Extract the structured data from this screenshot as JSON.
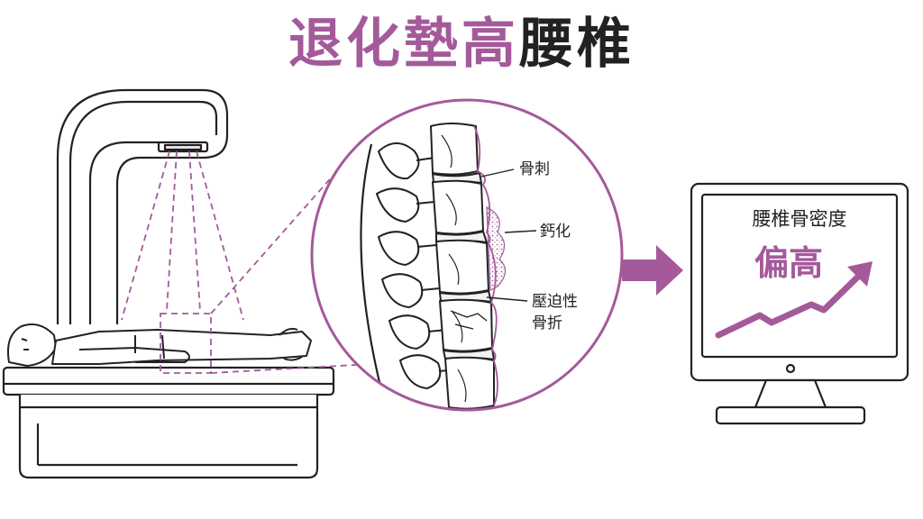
{
  "title": {
    "part_accent": "退化墊高",
    "part_dark": "腰椎"
  },
  "labels": {
    "osteophyte": "骨刺",
    "calcification": "鈣化",
    "fracture_line1": "壓迫性",
    "fracture_line2": "骨折"
  },
  "monitor": {
    "heading": "腰椎骨密度",
    "result": "偏高"
  },
  "colors": {
    "accent": "#a45a9a",
    "ink": "#222222",
    "calc": "#c79ac2"
  },
  "icons": [
    "dexa-scanner-icon",
    "patient-icon",
    "spine-icon",
    "arrow-right-icon",
    "monitor-icon",
    "trend-up-arrow-icon"
  ]
}
